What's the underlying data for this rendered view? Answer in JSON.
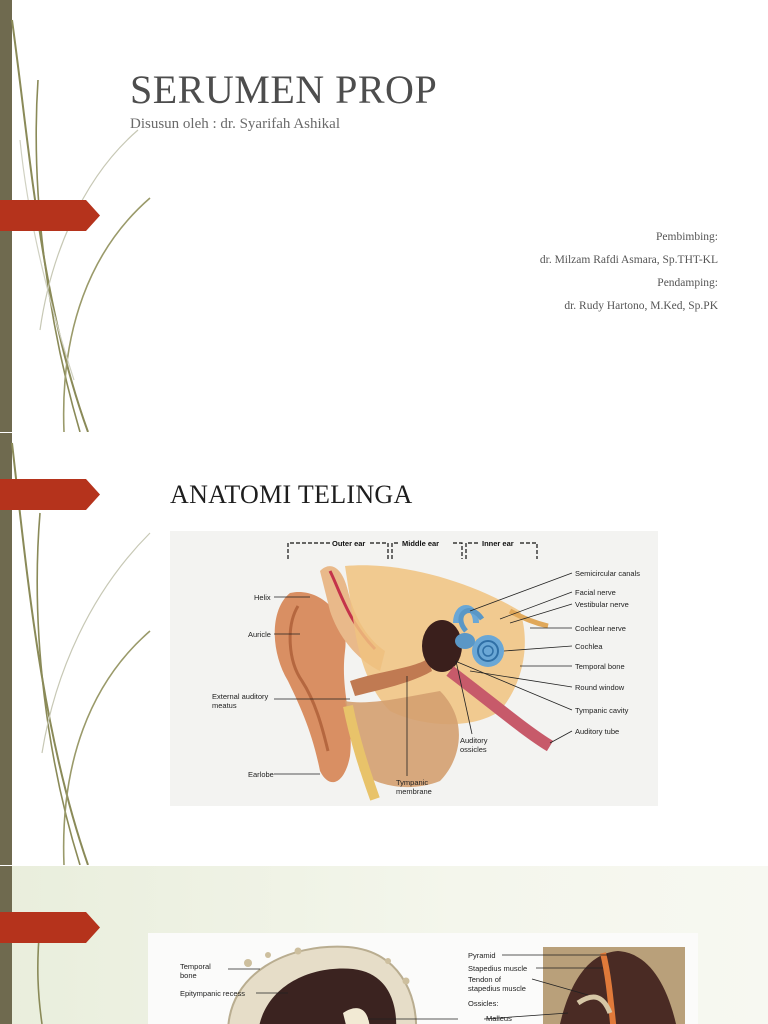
{
  "slide1": {
    "title": "SERUMEN PROP",
    "subtitle": "Disusun oleh : dr. Syarifah Ashikal",
    "credits": [
      "Pembimbing:",
      "dr. Milzam Rafdi Asmara, Sp.THT-KL",
      "Pendamping:",
      "dr. Rudy Hartono, M.Ked, Sp.PK"
    ]
  },
  "slide2": {
    "title": "ANATOMI TELINGA",
    "figure": {
      "sections": [
        "Outer ear",
        "Middle ear",
        "Inner ear"
      ],
      "left_labels": [
        "Helix",
        "Auricle",
        "External auditory",
        "meatus",
        "Earlobe"
      ],
      "bottom_labels": [
        "Auditory",
        "ossicles",
        "Tympanic",
        "membrane"
      ],
      "right_labels": [
        "Semicircular canals",
        "Facial nerve",
        "Vestibular nerve",
        "Cochlear nerve",
        "Cochlea",
        "Temporal bone",
        "Round window",
        "Tympanic cavity",
        "Auditory tube"
      ]
    }
  },
  "slide3": {
    "figure": {
      "left_labels": [
        "Temporal",
        "bone",
        "Epitympanic recess"
      ],
      "right_labels": [
        "Pyramid",
        "Stapedius muscle",
        "Tendon of",
        "stapedius muscle",
        "Ossicles:",
        "Malleus"
      ]
    }
  },
  "theme": {
    "accent": "#b5331c",
    "edge": "#6f6a4f",
    "vine": "#8a8a58"
  }
}
